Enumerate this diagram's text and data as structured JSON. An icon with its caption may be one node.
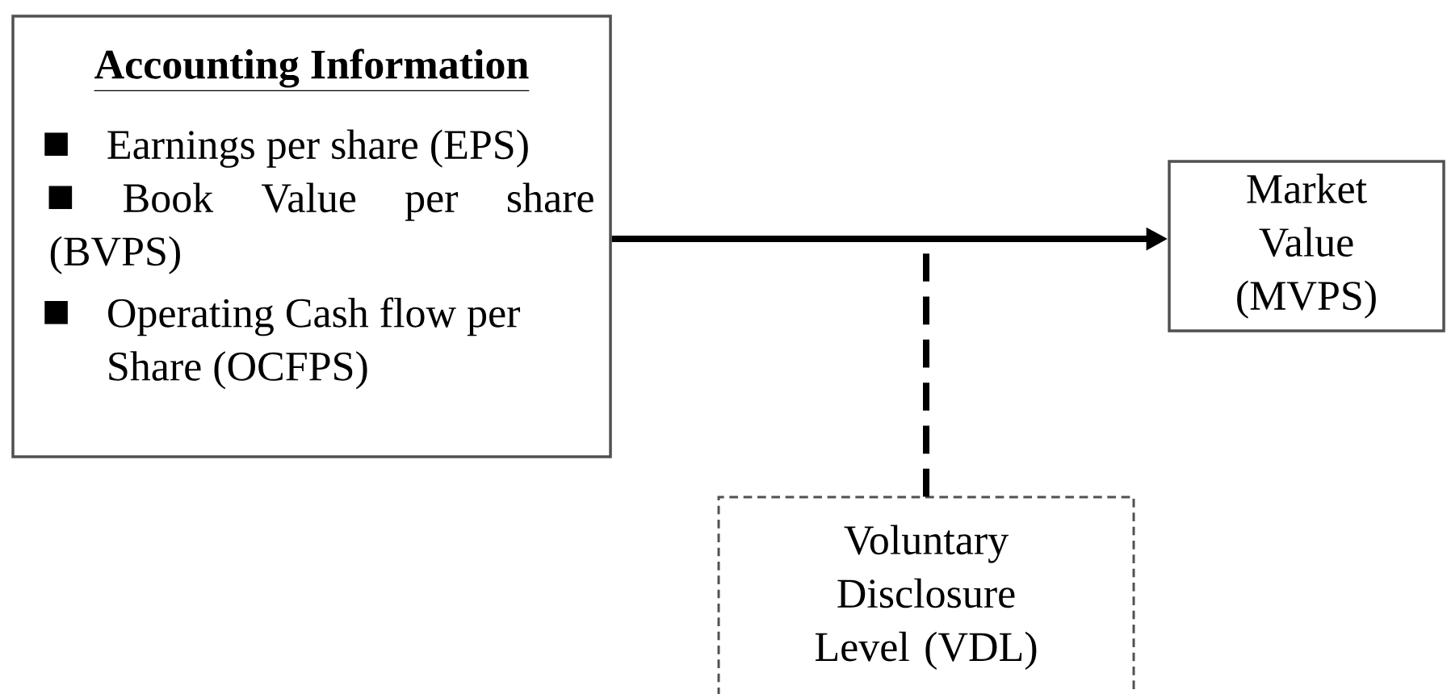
{
  "diagram": {
    "nodes": [
      {
        "text": [
          "Accounting Information",
          "Earnings per share (EPS)",
          "Book Value per share (BVPS)",
          "Operating Cash flow per Share (OCFPS)"
        ]
      },
      {
        "text": [
          "Market Value (MVPS)"
        ]
      },
      {
        "text": [
          "Voluntary Disclosure Level (VDL)"
        ]
      }
    ],
    "edges": [
      {
        "from": 0,
        "to": 1,
        "arrow": "to"
      },
      {
        "from": 2,
        "to": null,
        "arrow": "none",
        "style": "dashed"
      }
    ]
  }
}
